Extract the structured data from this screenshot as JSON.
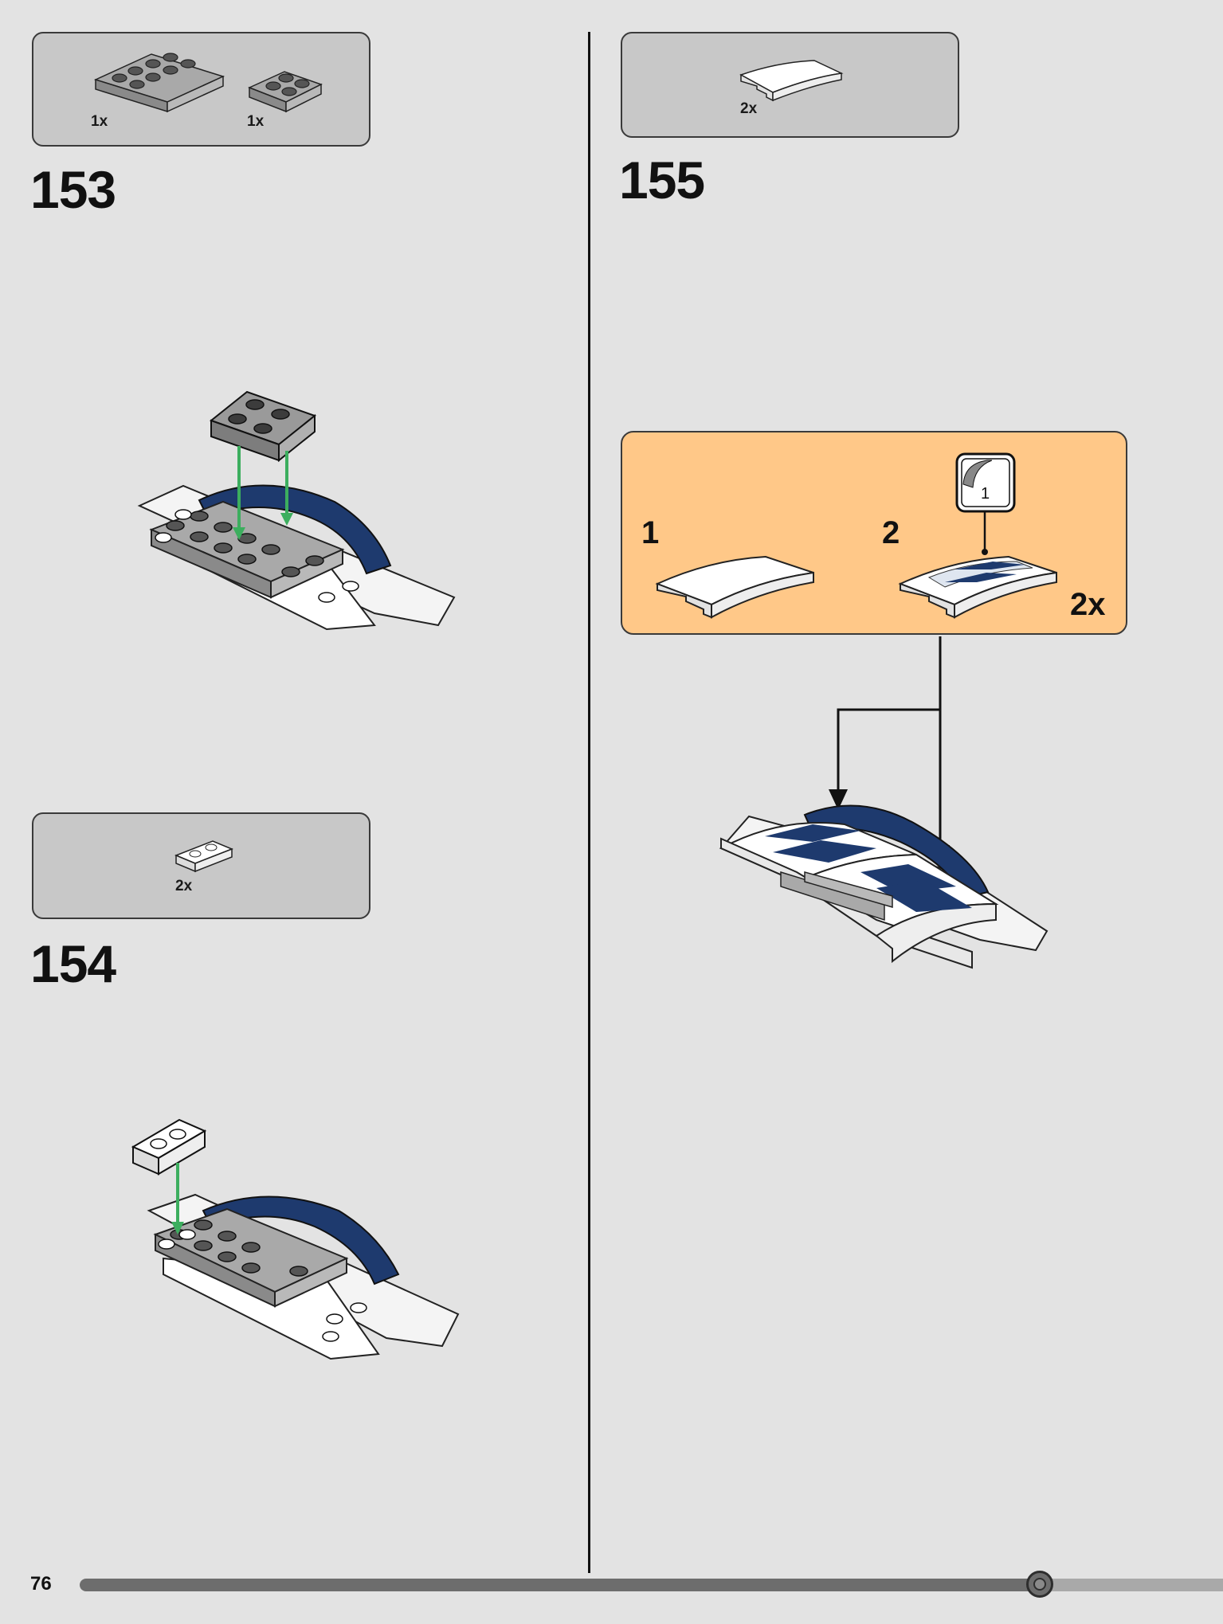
{
  "page": {
    "number": "76",
    "progress_fraction": 0.84
  },
  "colors": {
    "background": "#e3e3e3",
    "parts_box": "#c8c8c8",
    "callout": "#ffc888",
    "blue": "#1e3a6e",
    "gray": "#9a9a9a",
    "green_arrow": "#3cae5e"
  },
  "steps": {
    "s153": {
      "number": "153",
      "parts": [
        {
          "name": "gray-plate-2x4",
          "qty": "1x"
        },
        {
          "name": "gray-plate-2x2",
          "qty": "1x"
        }
      ]
    },
    "s154": {
      "number": "154",
      "parts": [
        {
          "name": "white-plate-1x2",
          "qty": "2x"
        }
      ]
    },
    "s155": {
      "number": "155",
      "parts": [
        {
          "name": "white-curved-slope",
          "qty": "2x"
        }
      ],
      "callout": {
        "sub1": "1",
        "sub2": "2",
        "sticker_number": "1",
        "qty": "2x"
      }
    }
  }
}
